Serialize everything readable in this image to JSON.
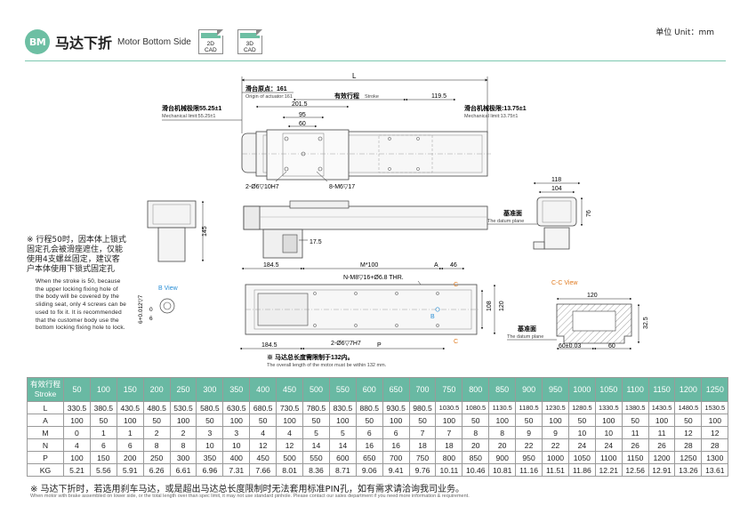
{
  "header": {
    "badge": "BM",
    "title_cn": "马达下折",
    "title_en": "Motor Bottom Side",
    "cad_2d_top": "2D",
    "cad_2d_bottom": "CAD",
    "cad_3d_top": "3D",
    "cad_3d_bottom": "CAD",
    "unit": "单位 Unit：mm"
  },
  "colors": {
    "accent": "#6dbfa3",
    "table_head": "#69b9a3",
    "orange": "#e07a1f",
    "blue": "#2a8fd6"
  },
  "drawing": {
    "dim_L": "L",
    "origin_cn": "滑台原点：161",
    "origin_en": "Origin of actuator:161",
    "stroke_cn": "有效行程",
    "stroke_en": "Stroke",
    "dim_119_5": "119.5",
    "dim_201_5": "201.5",
    "dim_95": "95",
    "dim_60": "60",
    "mech_left_cn": "滑台机械极限55.25±1",
    "mech_left_en": "Mechanical limit:55.25±1",
    "mech_right_cn": "滑台机械极限:13.75±1",
    "mech_right_en": "Mechanical limit:13.75±1",
    "hole_1": "2-Ø6▽10H7",
    "hole_2": "8-M6▽17",
    "dim_118": "118",
    "dim_104": "104",
    "dim_76": "76",
    "datum_cn": "基准面",
    "datum_en": "The datum plane",
    "dim_145": "145",
    "dim_17_5": "17.5",
    "dim_184_5": "184.5",
    "dim_M100": "M*100",
    "label_A": "A",
    "dim_46": "46",
    "hole_3": "N-M8▽16+Ø6.8 THR.",
    "label_C": "C",
    "label_B": "B",
    "dim_108": "108",
    "dim_120v": "120",
    "hole_4": "2-Ø6▽7H7",
    "label_P": "P",
    "dim_184_5b": "184.5",
    "b_view": "B View",
    "b_dim": "6+0.012▽7",
    "b_dim2": "0",
    "b_dim3": "6",
    "cc_view": "C-C View",
    "dim_120": "120",
    "dim_32_5": "32.5",
    "dim_60_003": "60±0.03",
    "dim_60b": "60",
    "datum2_cn": "基准面",
    "datum2_en": "The datum plane",
    "motor_note_cn": "※ 马达总长度需限制于132内。",
    "motor_note_en": "The overall length of the motor must be within 132 mm."
  },
  "note_left": {
    "cn": "※ 行程50时，因本体上锁式固定孔会被滑座遮住，仅能使用4支螺丝固定，建议客户本体使用下锁式固定孔",
    "en": "When the stroke is 50, because the upper locking fixing hole of the body will be covered by the sliding seat, only 4 screws can be used to fix it. It is recommended that the customer body use the bottom locking fixing hole to lock."
  },
  "table": {
    "head_cn": "有效行程",
    "head_en": "Stroke",
    "strokes": [
      "50",
      "100",
      "150",
      "200",
      "250",
      "300",
      "350",
      "400",
      "450",
      "500",
      "550",
      "600",
      "650",
      "700",
      "750",
      "800",
      "850",
      "900",
      "950",
      "1000",
      "1050",
      "1100",
      "1150",
      "1200",
      "1250"
    ],
    "rows": [
      {
        "label": "L",
        "values": [
          "330.5",
          "380.5",
          "430.5",
          "480.5",
          "530.5",
          "580.5",
          "630.5",
          "680.5",
          "730.5",
          "780.5",
          "830.5",
          "880.5",
          "930.5",
          "980.5",
          "1030.5",
          "1080.5",
          "1130.5",
          "1180.5",
          "1230.5",
          "1280.5",
          "1330.5",
          "1380.5",
          "1430.5",
          "1480.5",
          "1530.5"
        ]
      },
      {
        "label": "A",
        "values": [
          "100",
          "50",
          "100",
          "50",
          "100",
          "50",
          "100",
          "50",
          "100",
          "50",
          "100",
          "50",
          "100",
          "50",
          "100",
          "50",
          "100",
          "50",
          "100",
          "50",
          "100",
          "50",
          "100",
          "50",
          "100"
        ]
      },
      {
        "label": "M",
        "values": [
          "0",
          "1",
          "1",
          "2",
          "2",
          "3",
          "3",
          "4",
          "4",
          "5",
          "5",
          "6",
          "6",
          "7",
          "7",
          "8",
          "8",
          "9",
          "9",
          "10",
          "10",
          "11",
          "11",
          "12",
          "12"
        ]
      },
      {
        "label": "N",
        "values": [
          "4",
          "6",
          "6",
          "8",
          "8",
          "10",
          "10",
          "12",
          "12",
          "14",
          "14",
          "16",
          "16",
          "18",
          "18",
          "20",
          "20",
          "22",
          "22",
          "24",
          "24",
          "26",
          "26",
          "28",
          "28"
        ]
      },
      {
        "label": "P",
        "values": [
          "100",
          "150",
          "200",
          "250",
          "300",
          "350",
          "400",
          "450",
          "500",
          "550",
          "600",
          "650",
          "700",
          "750",
          "800",
          "850",
          "900",
          "950",
          "1000",
          "1050",
          "1100",
          "1150",
          "1200",
          "1250",
          "1300"
        ]
      },
      {
        "label": "KG",
        "values": [
          "5.21",
          "5.56",
          "5.91",
          "6.26",
          "6.61",
          "6.96",
          "7.31",
          "7.66",
          "8.01",
          "8.36",
          "8.71",
          "9.06",
          "9.41",
          "9.76",
          "10.11",
          "10.46",
          "10.81",
          "11.16",
          "11.51",
          "11.86",
          "12.21",
          "12.56",
          "12.91",
          "13.26",
          "13.61"
        ]
      }
    ]
  },
  "footer": {
    "cn": "※ 马达下折时，若选用刹车马达，或是超出马达总长度限制时无法套用标准PIN孔，如有需求请洽询我司业务。",
    "en": "When motor with brake assembled on lower side, or the total length over than spec limit, it may not use standard pinhole. Please contact our sales department if you need more information & requirement."
  }
}
